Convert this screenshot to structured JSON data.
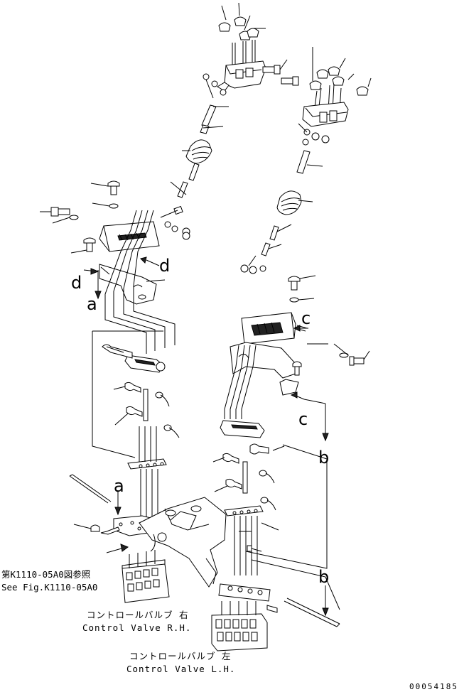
{
  "letters": {
    "a_upper": "a",
    "a_lower": "a",
    "b_upper": "b",
    "b_lower": "b",
    "c_upper": "c",
    "c_lower": "c",
    "d_left": "d",
    "d_right": "d"
  },
  "reference": {
    "jp": "第K1110-05A0図参照",
    "en": "See Fig.K1110-05A0"
  },
  "valve_rh": {
    "jp": "コントロールバルブ 右",
    "en": "Control Valve R.H."
  },
  "valve_lh": {
    "jp": "コントロールバルブ 左",
    "en": "Control Valve L.H."
  },
  "part_number": "00054185"
}
